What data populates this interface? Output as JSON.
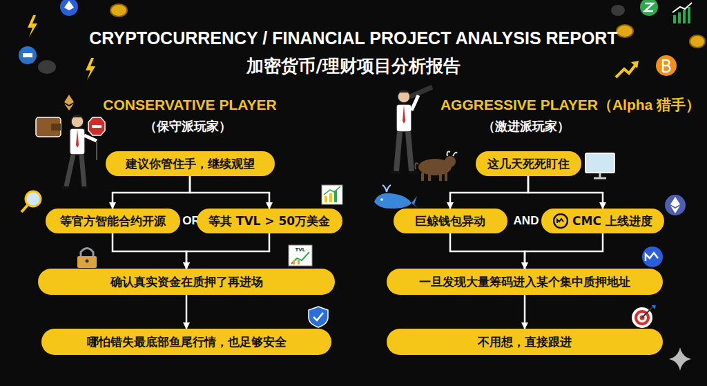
{
  "diagram": {
    "title": "CRYPTOCURRENCY / FINANCIAL PROJECT ANALYSIS REPORT",
    "nodes": [
      {
        "text": [
          "建议你管住手，继续观望"
        ]
      },
      {
        "text": [
          "等官方智能合约开源"
        ]
      },
      {
        "text": [
          "等其 TVL > 50万美金"
        ]
      },
      {
        "text": [
          "确认真实资金在质押了再进场"
        ]
      },
      {
        "text": [
          "哪怕错失最底部鱼尾行情，也足够安全"
        ]
      },
      {
        "text": [
          "这几天死死盯住"
        ]
      },
      {
        "text": [
          "巨鲸钱包异动"
        ]
      },
      {
        "text": [
          "CMC 上线进度"
        ]
      },
      {
        "text": [
          "一旦发现大量筹码进入某个集中质押地址"
        ]
      },
      {
        "text": [
          "不用想，直接跟进"
        ]
      }
    ],
    "edges": [
      {
        "from": 0,
        "to": 1,
        "arrow": "to"
      },
      {
        "from": 0,
        "to": 2,
        "arrow": "to"
      },
      {
        "from": 1,
        "to": 3,
        "arrow": "to"
      },
      {
        "from": 2,
        "to": 3,
        "arrow": "to"
      },
      {
        "from": 3,
        "to": 4,
        "arrow": "to"
      },
      {
        "from": 5,
        "to": 6,
        "arrow": "to"
      },
      {
        "from": 5,
        "to": 7,
        "arrow": "to"
      },
      {
        "from": 6,
        "to": 8,
        "arrow": "to"
      },
      {
        "from": 7,
        "to": 8,
        "arrow": "to"
      },
      {
        "from": 8,
        "to": 9,
        "arrow": "to"
      }
    ],
    "labels": [
      "加密货币/理财项目分析报告",
      "CONSERVATIVE PLAYER",
      "（保守派玩家）",
      "AGGRESSIVE PLAYER（Alpha 猎手）",
      "（激进派玩家）",
      "OR",
      "AND",
      "TVL"
    ]
  }
}
